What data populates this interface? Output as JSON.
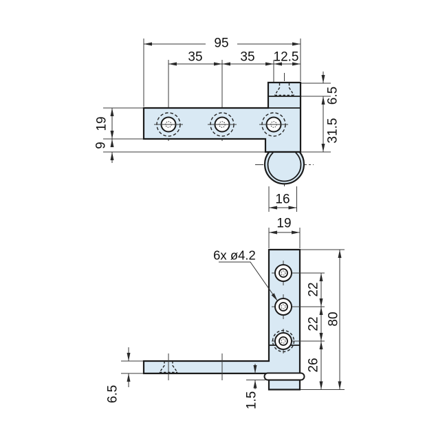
{
  "colors": {
    "part_fill": "#d9e9f4",
    "outline": "#1b1b1b",
    "dim_line": "#3a3a3a",
    "background": "#ffffff"
  },
  "front_view": {
    "dim_overall_width": "95",
    "dim_hole_pitch_left": "35",
    "dim_hole_pitch_right": "35",
    "dim_pivot_offset": "12.5",
    "dim_knuckle_height": "6.5",
    "dim_pivot_drop": "31.5",
    "dim_plate_height": "19",
    "dim_step_offset": "9",
    "dim_cup_width": "16"
  },
  "plan_view": {
    "dim_plate_width": "19",
    "hole_callout": "6x ø4.2",
    "dim_hole_pitch_upper": "22",
    "dim_hole_pitch_lower": "22",
    "dim_overall_length": "80",
    "dim_end_offset": "26",
    "dim_arm_thickness": "6.5",
    "dim_ring_clearance": "1.5"
  }
}
